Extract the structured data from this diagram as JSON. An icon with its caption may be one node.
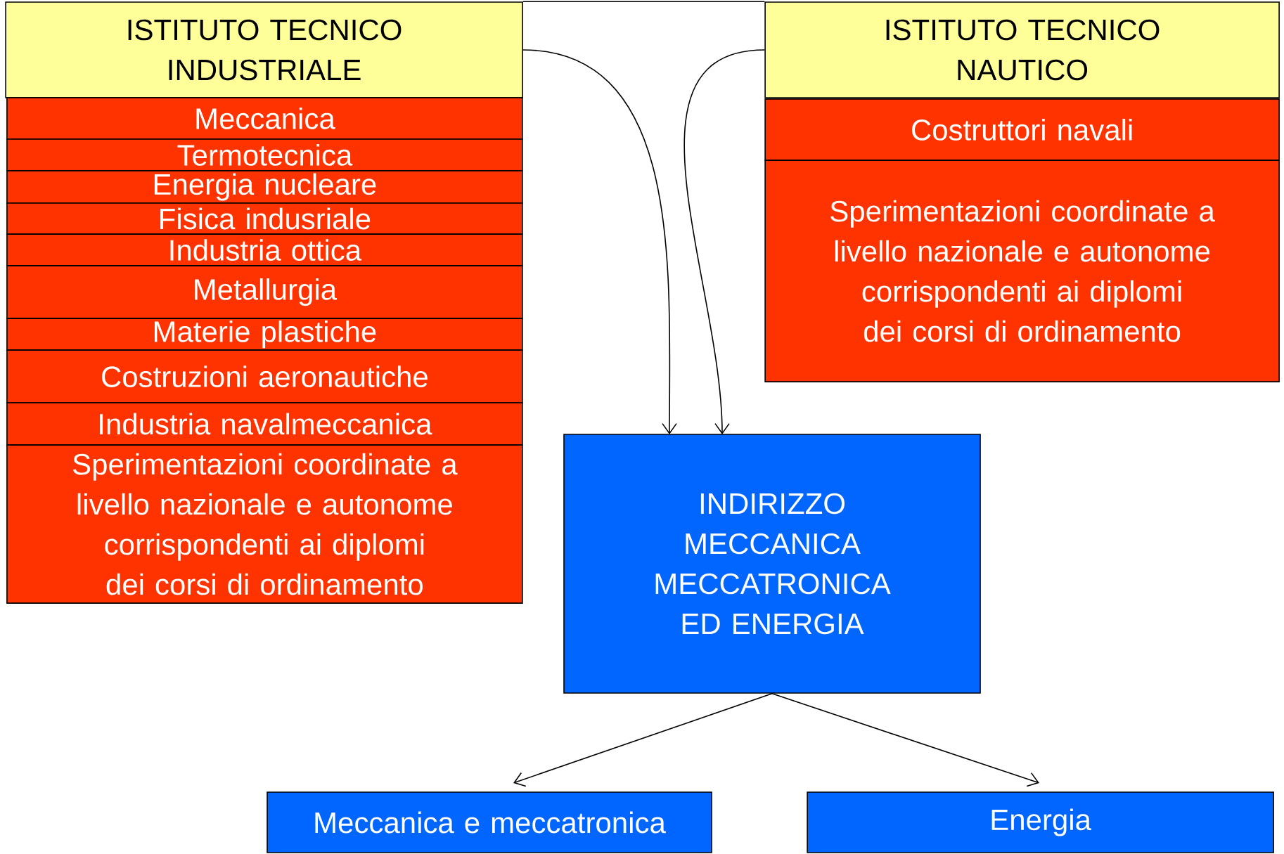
{
  "diagram": {
    "nodes": [
      {
        "text": [
          "ISTITUTO TECNICO INDUSTRIALE"
        ]
      },
      {
        "text": [
          "Meccanica"
        ]
      },
      {
        "text": [
          "Termotecnica"
        ]
      },
      {
        "text": [
          "Energia nucleare"
        ]
      },
      {
        "text": [
          "Fisica indusriale"
        ]
      },
      {
        "text": [
          "Industria ottica"
        ]
      },
      {
        "text": [
          "Metallurgia"
        ]
      },
      {
        "text": [
          "Materie plastiche"
        ]
      },
      {
        "text": [
          "Costruzioni aeronautiche"
        ]
      },
      {
        "text": [
          "Industria navalmeccanica"
        ]
      },
      {
        "text": [
          "Sperimentazioni coordinate a livello nazionale e autonome corrispondenti ai diplomi dei corsi di ordinamento"
        ]
      },
      {
        "text": [
          "ISTITUTO TECNICO NAUTICO"
        ]
      },
      {
        "text": [
          "Costruttori navali"
        ]
      },
      {
        "text": [
          "Sperimentazioni coordinate a livello nazionale e autonome corrispondenti ai diplomi dei corsi di ordinamento"
        ]
      },
      {
        "text": [
          "INDIRIZZO MECCANICA MECCATRONICA ED ENERGIA"
        ]
      },
      {
        "text": [
          "Meccanica e meccatronica"
        ]
      },
      {
        "text": [
          "Energia"
        ]
      }
    ],
    "edges": [
      {
        "from": 0,
        "to": 11,
        "arrow": "none"
      },
      {
        "from": 0,
        "to": 14,
        "arrow": "to"
      },
      {
        "from": 11,
        "to": 14,
        "arrow": "to"
      },
      {
        "from": 14,
        "to": 15,
        "arrow": "to"
      },
      {
        "from": 14,
        "to": 16,
        "arrow": "to"
      }
    ]
  }
}
